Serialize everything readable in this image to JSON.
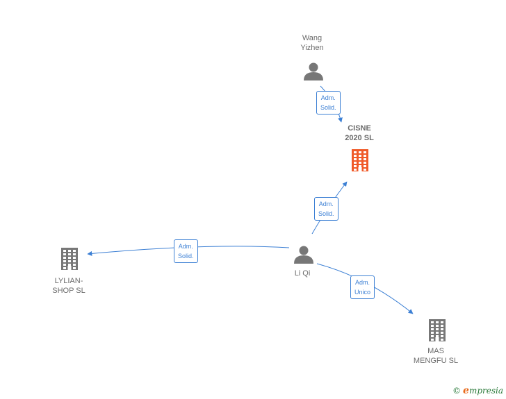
{
  "nodes": [
    {
      "id": "wang",
      "type": "person",
      "label": "Wang\nYizhen",
      "color": "#777777"
    },
    {
      "id": "cisne",
      "type": "company",
      "label": "CISNE\n2020  SL",
      "color": "#f05a28",
      "highlight": true
    },
    {
      "id": "liqi",
      "type": "person",
      "label": "Li Qi",
      "color": "#777777"
    },
    {
      "id": "lylian",
      "type": "company",
      "label": "LYLIAN-\nSHOP  SL",
      "color": "#777777"
    },
    {
      "id": "mas",
      "type": "company",
      "label": "MAS\nMENGFU SL",
      "color": "#777777"
    }
  ],
  "edges": [
    {
      "id": "e1",
      "from": "wang",
      "to": "cisne",
      "label": "Adm.\nSolid."
    },
    {
      "id": "e2",
      "from": "liqi",
      "to": "cisne",
      "label": "Adm.\nSolid."
    },
    {
      "id": "e3",
      "from": "liqi",
      "to": "lylian",
      "label": "Adm.\nSolid."
    },
    {
      "id": "e4",
      "from": "liqi",
      "to": "mas",
      "label": "Adm.\nUnico"
    }
  ],
  "colors": {
    "edge": "#3b7fd4",
    "person": "#777777",
    "company": "#777777",
    "highlight": "#f05a28"
  },
  "footer": {
    "copyright": "©",
    "brand_initial": "e",
    "brand_rest": "mpresia"
  }
}
